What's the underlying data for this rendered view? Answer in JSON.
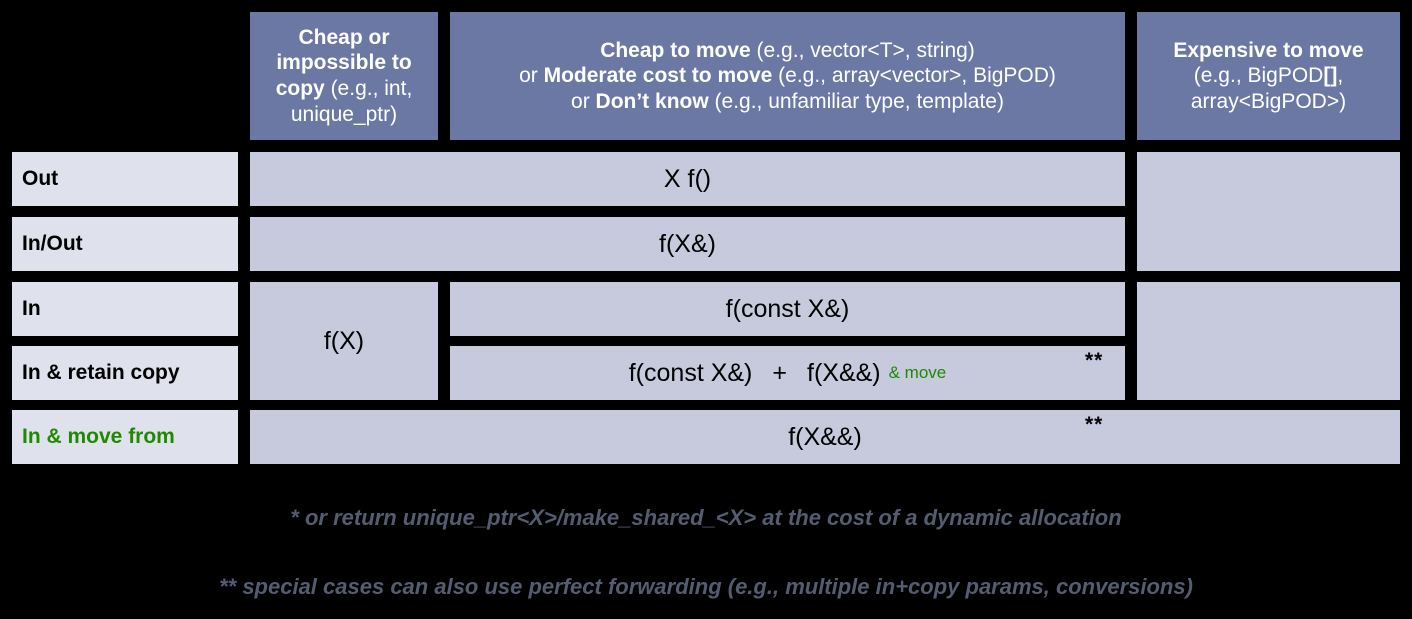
{
  "colors": {
    "header_bg": "#6c78a4",
    "header_text": "#ffffff",
    "rowlabel_bg": "#dfe2ec",
    "cell_bg": "#c6cadc",
    "accent_green": "#1e8a00",
    "page_bg": "#000000",
    "footnote_text": "#555c70"
  },
  "table": {
    "corner_cell": "",
    "column_headers": [
      {
        "id": "cheap-or-impossible-to-copy",
        "lines": [
          [
            {
              "t": "Cheap or",
              "bold": true
            }
          ],
          [
            {
              "t": "impossible to",
              "bold": true
            }
          ],
          [
            {
              "t": "copy",
              "bold": true
            },
            {
              "t": " (e.g., int,",
              "bold": false
            }
          ],
          [
            {
              "t": "unique_ptr)",
              "bold": false
            }
          ]
        ],
        "plain": "Cheap or impossible to copy (e.g., int, unique_ptr)"
      },
      {
        "id": "cheap-to-move",
        "lines": [
          [
            {
              "t": "Cheap to move",
              "bold": true
            },
            {
              "t": " (e.g., vector<T>, string)",
              "bold": false
            }
          ],
          [
            {
              "t": "or ",
              "bold": false
            },
            {
              "t": "Moderate cost to move",
              "bold": true
            },
            {
              "t": " (e.g., array<vector>, BigPOD)",
              "bold": false
            }
          ],
          [
            {
              "t": "or ",
              "bold": false
            },
            {
              "t": "Don’t know",
              "bold": true
            },
            {
              "t": " (e.g., unfamiliar type, template)",
              "bold": false
            }
          ]
        ],
        "plain": "Cheap to move (e.g., vector<T>, string) or Moderate cost to move (e.g., array<vector>, BigPOD) or Don’t know (e.g., unfamiliar type, template)"
      },
      {
        "id": "expensive-to-move",
        "lines": [
          [
            {
              "t": "Expensive to move",
              "bold": true
            }
          ],
          [
            {
              "t": "(e.g., BigPOD",
              "bold": false
            },
            {
              "t": "[]",
              "bold": true
            },
            {
              "t": ",",
              "bold": false
            }
          ],
          [
            {
              "t": "array<BigPOD>)",
              "bold": false
            }
          ]
        ],
        "plain": "Expensive to move (e.g., BigPOD[], array<BigPOD>)"
      }
    ],
    "rows": [
      {
        "id": "out",
        "label": "Out",
        "label_green": false
      },
      {
        "id": "in-out",
        "label": "In/Out",
        "label_green": false
      },
      {
        "id": "in",
        "label": "In",
        "label_green": false
      },
      {
        "id": "in-retain-copy",
        "label": "In & retain copy",
        "label_green": false
      },
      {
        "id": "in-move-from",
        "label": "In & move from",
        "label_green": true
      }
    ],
    "cells": {
      "out_signature": "X f()",
      "inout_signature": "f(X&)",
      "in_cheap_copy_signature": "f(X)",
      "in_signature": "f(const X&)",
      "retain_copy_part1": "f(const X&)",
      "retain_copy_plus": "+",
      "retain_copy_part2": "f(X&&)",
      "retain_copy_suffix": "& move",
      "move_from_signature": "f(X&&)"
    },
    "marks": {
      "double_star_retain": "**",
      "double_star_move": "**"
    }
  },
  "footnotes": [
    "* or return unique_ptr<X>/make_shared_<X> at the cost of a dynamic allocation",
    "** special cases can also use perfect forwarding (e.g., multiple in+copy params, conversions)"
  ]
}
